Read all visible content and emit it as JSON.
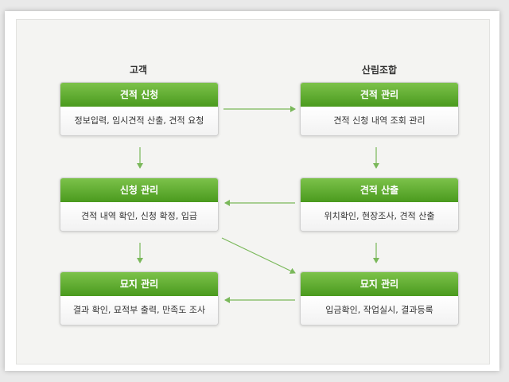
{
  "columns": {
    "left": "고객",
    "right": "산림조합"
  },
  "boxes": {
    "l1": {
      "title": "견적 신청",
      "desc": "정보입력, 임시견적 산출, 견적 요청"
    },
    "l2": {
      "title": "신청 관리",
      "desc": "견적 내역 확인, 신청 확정, 입급"
    },
    "l3": {
      "title": "묘지 관리",
      "desc": "결과 확인, 묘적부 출력, 만족도 조사"
    },
    "r1": {
      "title": "견적 관리",
      "desc": "견적 신청 내역 조회 관리"
    },
    "r2": {
      "title": "견적 산출",
      "desc": "위치확인, 현장조사, 견적 산출"
    },
    "r3": {
      "title": "묘지 관리",
      "desc": "입금확인, 작업실시, 결과등록"
    }
  },
  "colors": {
    "accent": "#5aab2a",
    "arrow": "#7ab85a"
  }
}
